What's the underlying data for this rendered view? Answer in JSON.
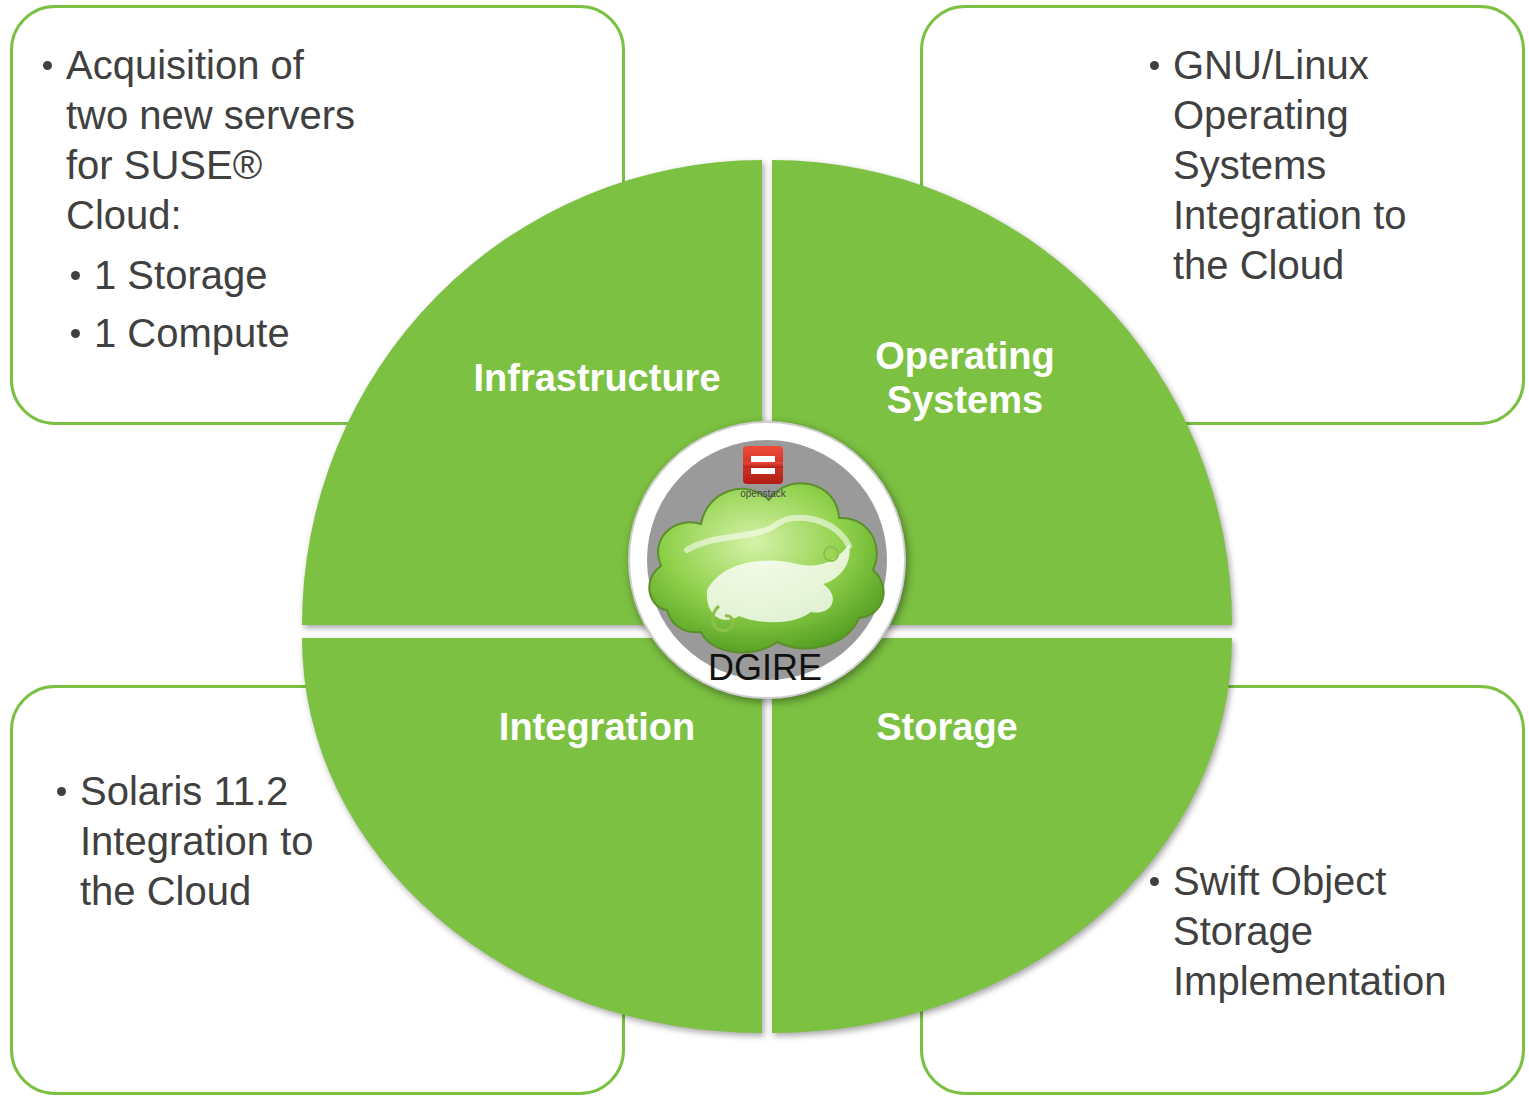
{
  "diagram": {
    "nodes": [
      {
        "text": [
          "Acquisition of two new servers for SUSE® Cloud:",
          "1 Storage",
          "1 Compute"
        ]
      },
      {
        "text": [
          "GNU/Linux Operating Systems Integration to the Cloud"
        ]
      },
      {
        "text": [
          "Infrastructure"
        ]
      },
      {
        "text": [
          "Operating Systems"
        ]
      },
      {
        "text": [
          "DGIRE"
        ]
      },
      {
        "text": [
          "Integration"
        ]
      },
      {
        "text": [
          "Storage"
        ]
      },
      {
        "text": [
          "Solaris 11.2 Integration to the Cloud"
        ]
      },
      {
        "text": [
          "Swift Object Storage Implementation"
        ]
      }
    ],
    "labels": [
      "openstack"
    ]
  }
}
